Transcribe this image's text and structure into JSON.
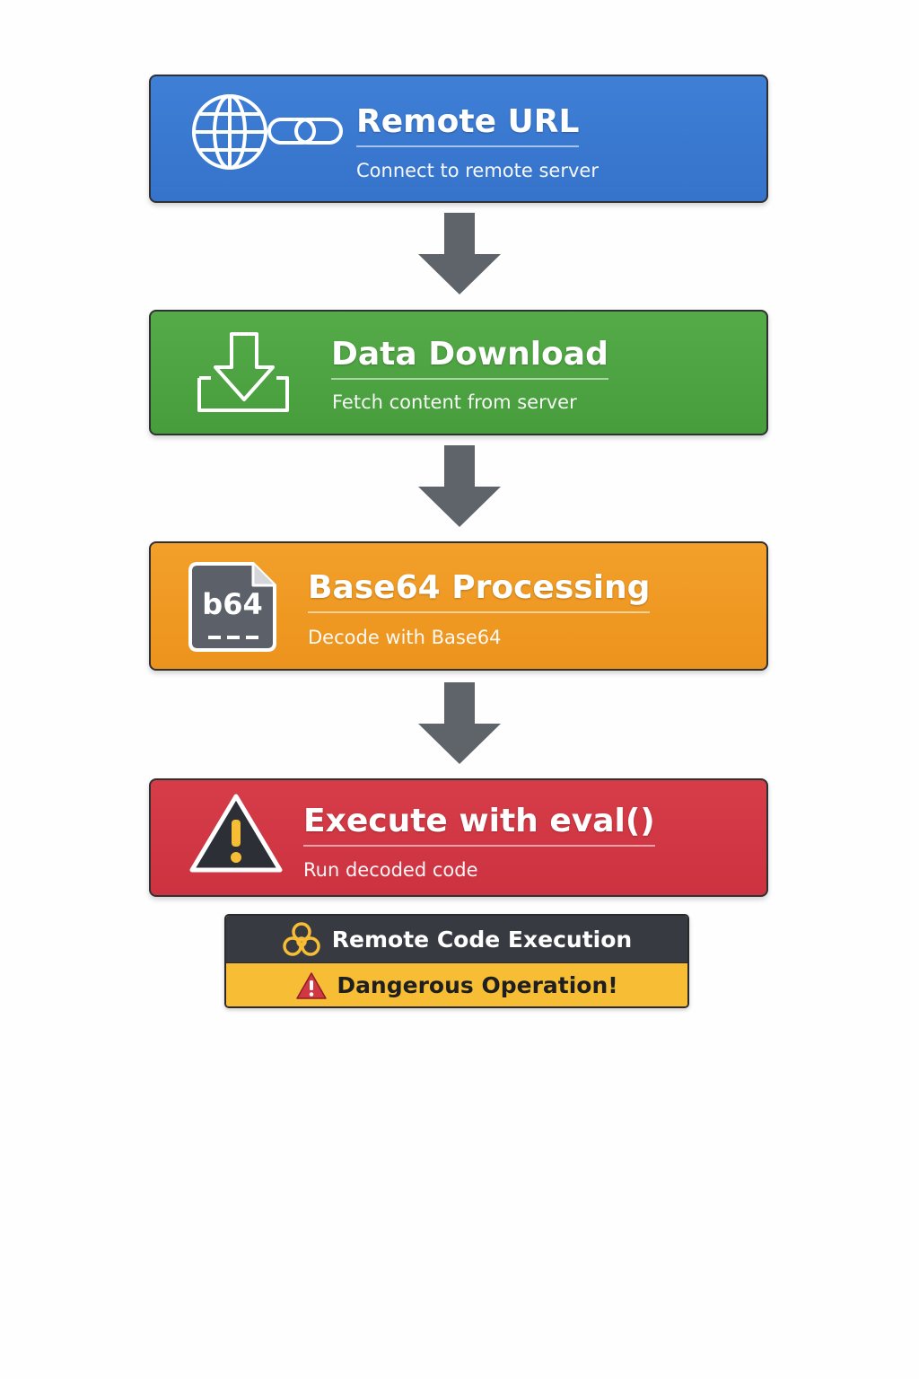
{
  "colors": {
    "step1": "#3a79d1",
    "step2": "#4fa544",
    "step3": "#f09a24",
    "step4": "#d23744",
    "arrow": "#5f636a",
    "warning_dark": "#373a40",
    "warning_yellow": "#f6bd35"
  },
  "steps": [
    {
      "icon": "globe-link-icon",
      "title": "Remote URL",
      "subtitle": "Connect to remote server"
    },
    {
      "icon": "download-tray-icon",
      "title": "Data Download",
      "subtitle": "Fetch content from server"
    },
    {
      "icon": "b64-file-icon",
      "icon_text": "b64",
      "title": "Base64 Processing",
      "subtitle": "Decode with Base64"
    },
    {
      "icon": "warning-triangle-icon",
      "title": "Execute with eval()",
      "subtitle": "Run decoded code"
    }
  ],
  "warning": {
    "top_icon": "biohazard-icon",
    "top_text": "Remote Code Execution",
    "bottom_icon": "alert-triangle-icon",
    "bottom_text": "Dangerous Operation!"
  }
}
